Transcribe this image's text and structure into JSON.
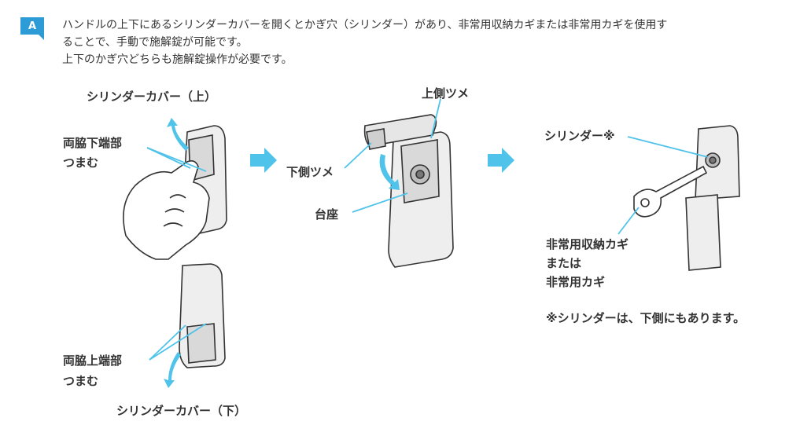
{
  "badge": "A",
  "answer": {
    "line1": "ハンドルの上下にあるシリンダーカバーを開くとかぎ穴（シリンダー）があり、非常用収納カギまたは非常用カギを使用す",
    "line2": "ることで、手動で施解錠が可能です。",
    "line3": "上下のかぎ穴どちらも施解錠操作が必要です。"
  },
  "figure": {
    "cover_top": "シリンダーカバー（上）",
    "squeeze_lower_1": "両脇下端部",
    "squeeze_lower_2": "つまむ",
    "squeeze_upper_1": "両脇上端部",
    "squeeze_upper_2": "つまむ",
    "cover_bottom": "シリンダーカバー（下）",
    "upper_tab": "上側ツメ",
    "lower_tab": "下側ツメ",
    "base": "台座",
    "cylinder": "シリンダー※",
    "key_1": "非常用収納カギ",
    "key_2": "または",
    "key_3": "非常用カギ",
    "note": "※シリンダーは、下側にもあります。"
  },
  "colors": {
    "accent": "#2d9bd6",
    "arrow": "#4fc3ea"
  }
}
